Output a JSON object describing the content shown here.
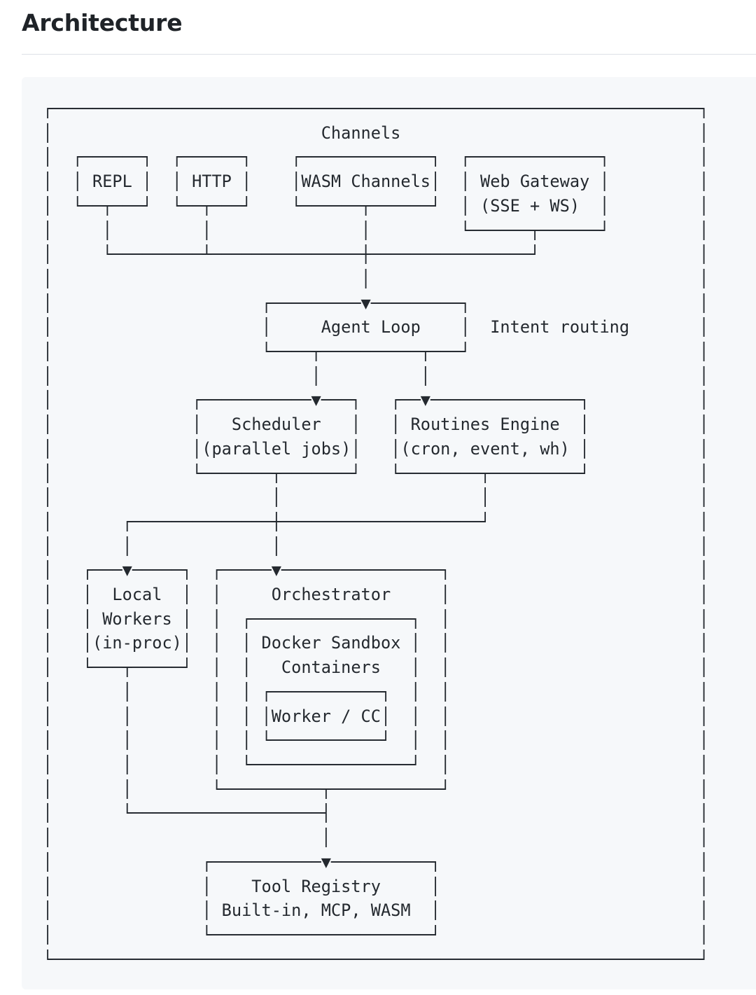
{
  "page": {
    "title": "Architecture"
  },
  "diagram": {
    "lines": [
      "┌─────────────────────────────────────────────────────────────────┐",
      "│                           Channels                              │",
      "│  ┌──────┐  ┌──────┐    ┌─────────────┐  ┌─────────────┐         │",
      "│  │ REPL │  │ HTTP │    │WASM Channels│  │ Web Gateway │         │",
      "│  └──┬───┘  └──┬───┘    └──────┬──────┘  │ (SSE + WS)  │         │",
      "│     │         │               │         └──────┬──────┘         │",
      "│     └─────────┴───────────────┼────────────────┘                │",
      "│                               │                                 │",
      "│                     ┌─────────▼─────────┐                       │",
      "│                     │     Agent Loop    │  Intent routing       │",
      "│                     └────┬──────────┬───┘                       │",
      "│                          │          │                           │",
      "│              ┌───────────▼───┐   ┌──▼───────────────┐           │",
      "│              │   Scheduler   │   │ Routines Engine  │           │",
      "│              │(parallel jobs)│   │(cron, event, wh) │           │",
      "│              └───────┬───────┘   └────────┬─────────┘           │",
      "│                      │                    │                     │",
      "│       ┌──────────────┼────────────────────┘                     │",
      "│       │              │                                          │",
      "│   ┌───▼─────┐  ┌─────▼────────────────┐                         │",
      "│   │  Local  │  │     Orchestrator     │                         │",
      "│   │ Workers │  │  ┌────────────────┐  │                         │",
      "│   │(in-proc)│  │  │ Docker Sandbox │  │                         │",
      "│   └───┬─────┘  │  │   Containers   │  │                         │",
      "│       │        │  │ ┌───────────┐  │  │                         │",
      "│       │        │  │ │Worker / CC│  │  │                         │",
      "│       │        │  │ └───────────┘  │  │                         │",
      "│       │        │  └────────────────┘  │                         │",
      "│       │        └──────────┬───────────┘                         │",
      "│       └───────────────────┤                                     │",
      "│                           │                                     │",
      "│               ┌───────────▼──────────┐                          │",
      "│               │    Tool Registry     │                          │",
      "│               │ Built-in, MCP, WASM  │                          │",
      "│               └──────────────────────┘                          │",
      "└─────────────────────────────────────────────────────────────────┘"
    ],
    "nodes": {
      "channels_group": "Channels",
      "channel_items": [
        "REPL",
        "HTTP",
        "WASM Channels",
        "Web Gateway (SSE + WS)"
      ],
      "agent_loop": "Agent Loop",
      "intent_annotation": "Intent routing",
      "scheduler": "Scheduler (parallel jobs)",
      "routines_engine": "Routines Engine (cron, event, wh)",
      "local_workers": "Local Workers (in-proc)",
      "orchestrator": "Orchestrator",
      "docker_sandbox": "Docker Sandbox Containers",
      "worker": "Worker / CC",
      "tool_registry": "Tool Registry Built-in, MCP, WASM"
    },
    "colors": {
      "panel_bg": "#f6f8fa",
      "stroke": "#24292f",
      "heading": "#1f2328",
      "divider": "#dde1e6"
    }
  }
}
